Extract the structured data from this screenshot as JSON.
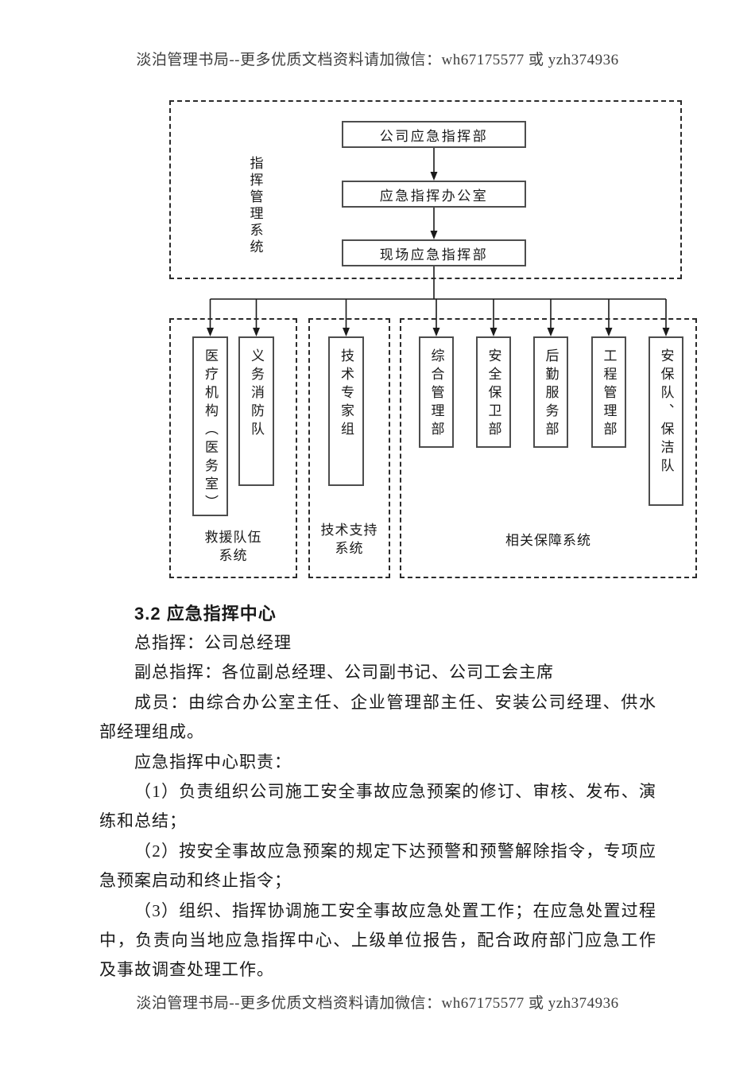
{
  "watermark": {
    "header": "淡泊管理书局--更多优质文档资料请加微信：wh67175577 或 yzh374936",
    "footer": "淡泊管理书局--更多优质文档资料请加微信：wh67175577 或 yzh374936"
  },
  "diagram": {
    "command_system": {
      "label": "指挥管理系统",
      "nodes": [
        "公司应急指挥部",
        "应急指挥办公室",
        "现场应急指挥部"
      ]
    },
    "groups": [
      {
        "label": "救援队伍系统",
        "label_lines": [
          "救援队伍",
          "系统"
        ],
        "nodes": [
          "医疗机构（医务室）",
          "义务消防队"
        ]
      },
      {
        "label": "技术支持系统",
        "label_lines": [
          "技术支持",
          "系统"
        ],
        "nodes": [
          "技术专家组"
        ]
      },
      {
        "label": "相关保障系统",
        "nodes": [
          "综合管理部",
          "安全保卫部",
          "后勤服务部",
          "工程管理部",
          "安保队、保洁队"
        ]
      }
    ],
    "line_color": "#1a1a1a",
    "border_color": "#4d4d4d"
  },
  "section": {
    "heading": "3.2 应急指挥中心",
    "lines": [
      "总指挥：公司总经理",
      "副总指挥：各位副总经理、公司副书记、公司工会主席",
      "成员：由综合办公室主任、企业管理部主任、安装公司经理、供水",
      "部经理组成。",
      "应急指挥中心职责：",
      "（1）负责组织公司施工安全事故应急预案的修订、审核、发布、演",
      "练和总结；",
      "（2）按安全事故应急预案的规定下达预警和预警解除指令，专项应",
      "急预案启动和终止指令；",
      "（3）组织、指挥协调施工安全事故应急处置工作；在应急处置过程",
      "中，负责向当地应急指挥中心、上级单位报告，配合政府部门应急工作",
      "及事故调查处理工作。"
    ]
  }
}
